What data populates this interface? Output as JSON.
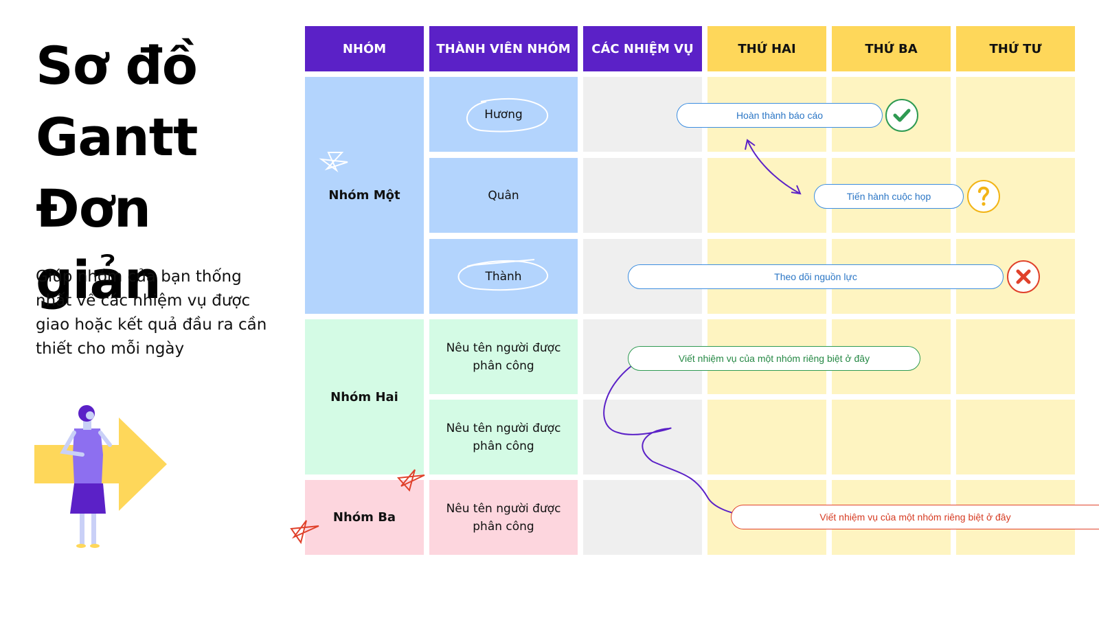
{
  "title": [
    "Sơ đồ",
    "Gantt",
    "Đơn giản"
  ],
  "subtitle": "Giúp nhóm của bạn thống nhất về các nhiệm vụ được giao hoặc kết quả đầu ra cần thiết cho mỗi ngày",
  "headers": {
    "group": "NHÓM",
    "members": "THÀNH VIÊN NHÓM",
    "tasks": "CÁC NHIỆM VỤ",
    "days": [
      "THỨ HAI",
      "THỨ BA",
      "THỨ TƯ"
    ]
  },
  "groups": [
    {
      "name": "Nhóm Một",
      "members": [
        "Hương",
        "Quân",
        "Thành"
      ]
    },
    {
      "name": "Nhóm Hai",
      "members": [
        "Nêu tên người được phân công",
        "Nêu tên người được phân công"
      ]
    },
    {
      "name": "Nhóm Ba",
      "members": [
        "Nêu tên người được phân công"
      ]
    }
  ],
  "tasks": [
    {
      "label": "Hoàn thành báo cáo",
      "status": "done",
      "status_icon": "check-icon"
    },
    {
      "label": "Tiến hành cuộc họp",
      "status": "pending",
      "status_icon": "question-icon"
    },
    {
      "label": "Theo dõi nguồn lực",
      "status": "blocked",
      "status_icon": "cross-icon"
    },
    {
      "label": "Viết nhiệm vụ của một nhóm riêng biệt ở đây"
    },
    {
      "label": "Viết nhiệm vụ của một nhóm riêng biệt ở đây"
    }
  ],
  "colors": {
    "header_purple": "#5b21c7",
    "header_yellow": "#fed75a",
    "group_one": "#b3d4fd",
    "group_two": "#d4fbe5",
    "group_three": "#fdd6de",
    "tasks_column": "#efefef",
    "day_columns": "#fef4c1",
    "done": "#2e9a52",
    "pending": "#f2b416",
    "blocked": "#e0412b"
  }
}
